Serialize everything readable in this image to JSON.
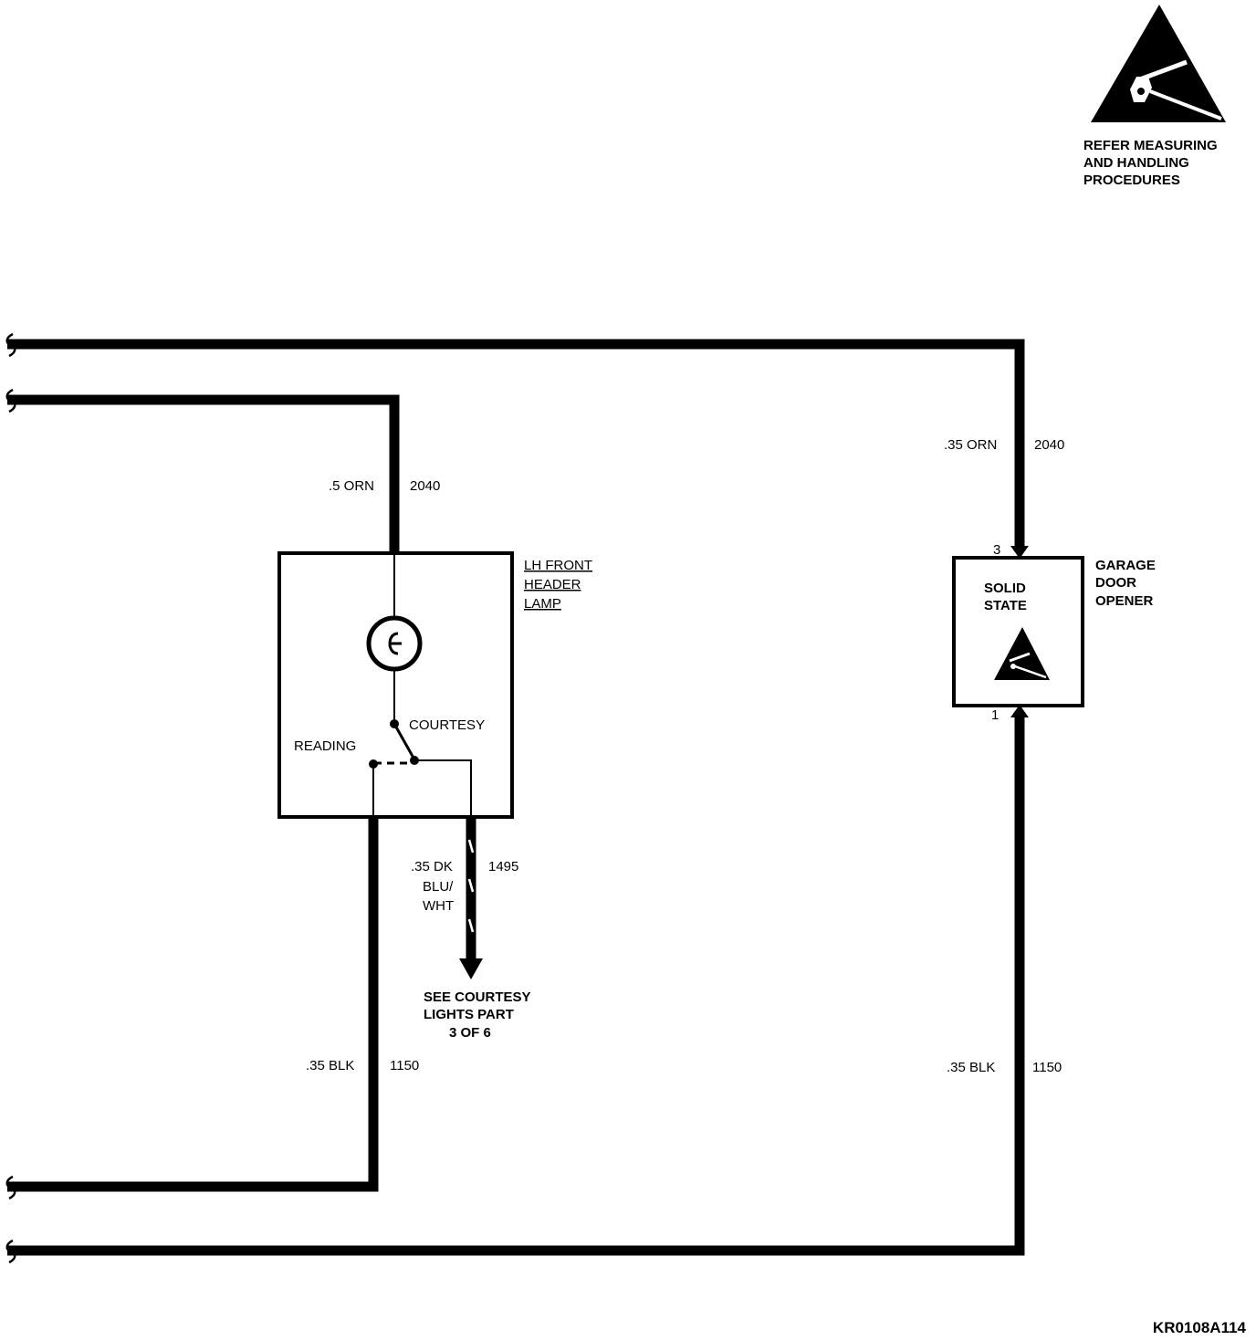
{
  "esd_notice": {
    "line1": "REFER MEASURING",
    "line2": "AND HANDLING",
    "line3": "PROCEDURES"
  },
  "lamp": {
    "name_line1": "LH FRONT",
    "name_line2": "HEADER",
    "name_line3": "LAMP",
    "switch_courtesy": "COURTESY",
    "switch_reading": "READING"
  },
  "garage": {
    "name_line1": "GARAGE",
    "name_line2": "DOOR",
    "name_line3": "OPENER",
    "inner_line1": "SOLID",
    "inner_line2": "STATE",
    "pin_top": "3",
    "pin_bottom": "1"
  },
  "wires": {
    "lamp_feed_gauge": ".5 ORN",
    "lamp_feed_circuit": "2040",
    "garage_feed_gauge": ".35 ORN",
    "garage_feed_circuit": "2040",
    "courtesy_gauge_line1": ".35 DK",
    "courtesy_gauge_line2": "BLU/",
    "courtesy_gauge_line3": "WHT",
    "courtesy_circuit": "1495",
    "lamp_ground_gauge": ".35 BLK",
    "lamp_ground_circuit": "1150",
    "garage_ground_gauge": ".35 BLK",
    "garage_ground_circuit": "1150"
  },
  "reference": {
    "line1": "SEE COURTESY",
    "line2": "LIGHTS PART",
    "line3": "3 OF 6"
  },
  "figure_id": "KR0108A114"
}
